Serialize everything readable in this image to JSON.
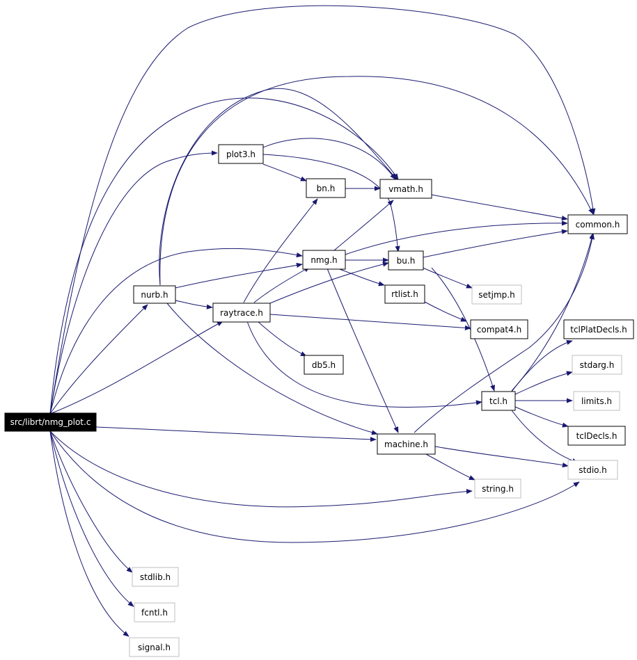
{
  "diagram": {
    "type": "include-dependency-graph",
    "edge_color": "#191970",
    "nodes": {
      "root": "src/librt/nmg_plot.c",
      "common": "common.h",
      "plot3": "plot3.h",
      "bn": "bn.h",
      "vmath": "vmath.h",
      "nmg": "nmg.h",
      "bu": "bu.h",
      "setjmp": "setjmp.h",
      "nurb": "nurb.h",
      "raytrace": "raytrace.h",
      "rtlist": "rtlist.h",
      "compat4": "compat4.h",
      "tclplat": "tclPlatDecls.h",
      "stdarg": "stdarg.h",
      "db5": "db5.h",
      "tcl": "tcl.h",
      "limits": "limits.h",
      "tcldecls": "tclDecls.h",
      "machine": "machine.h",
      "stdio": "stdio.h",
      "string": "string.h",
      "stdlib": "stdlib.h",
      "fcntl": "fcntl.h",
      "signal": "signal.h"
    }
  }
}
